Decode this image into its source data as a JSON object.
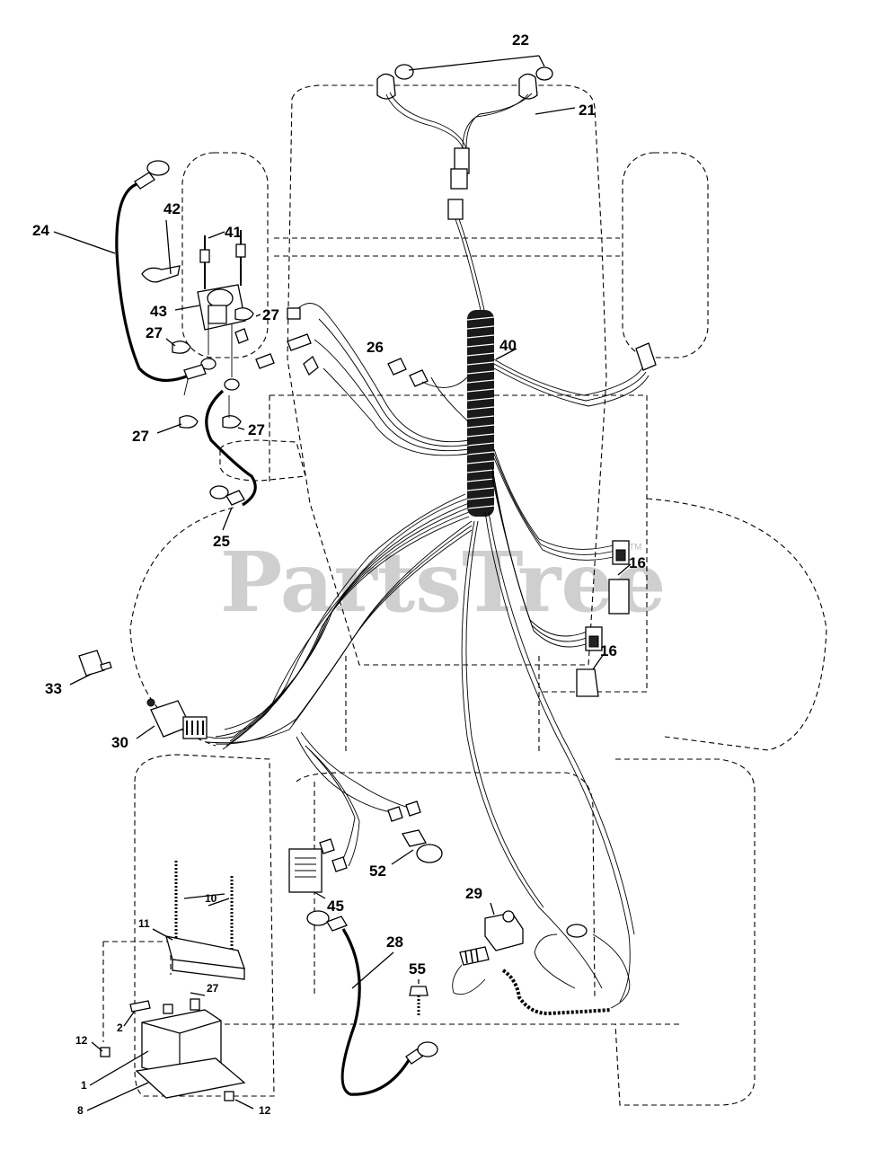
{
  "watermark": {
    "text": "PartsTree",
    "tm": "TM"
  },
  "callouts": {
    "c22": "22",
    "c21": "21",
    "c24": "24",
    "c42": "42",
    "c41": "41",
    "c43": "43",
    "c27a": "27",
    "c27b": "27",
    "c27c": "27",
    "c27d": "27",
    "c26": "26",
    "c40": "40",
    "c25": "25",
    "c16a": "16",
    "c16b": "16",
    "c33": "33",
    "c30": "30",
    "c52": "52",
    "c45": "45",
    "c29": "29",
    "c10": "10",
    "c11": "11",
    "c28": "28",
    "c55": "55",
    "c27e": "27",
    "c12a": "12",
    "c2": "2",
    "c1": "1",
    "c8": "8",
    "c12b": "12"
  }
}
